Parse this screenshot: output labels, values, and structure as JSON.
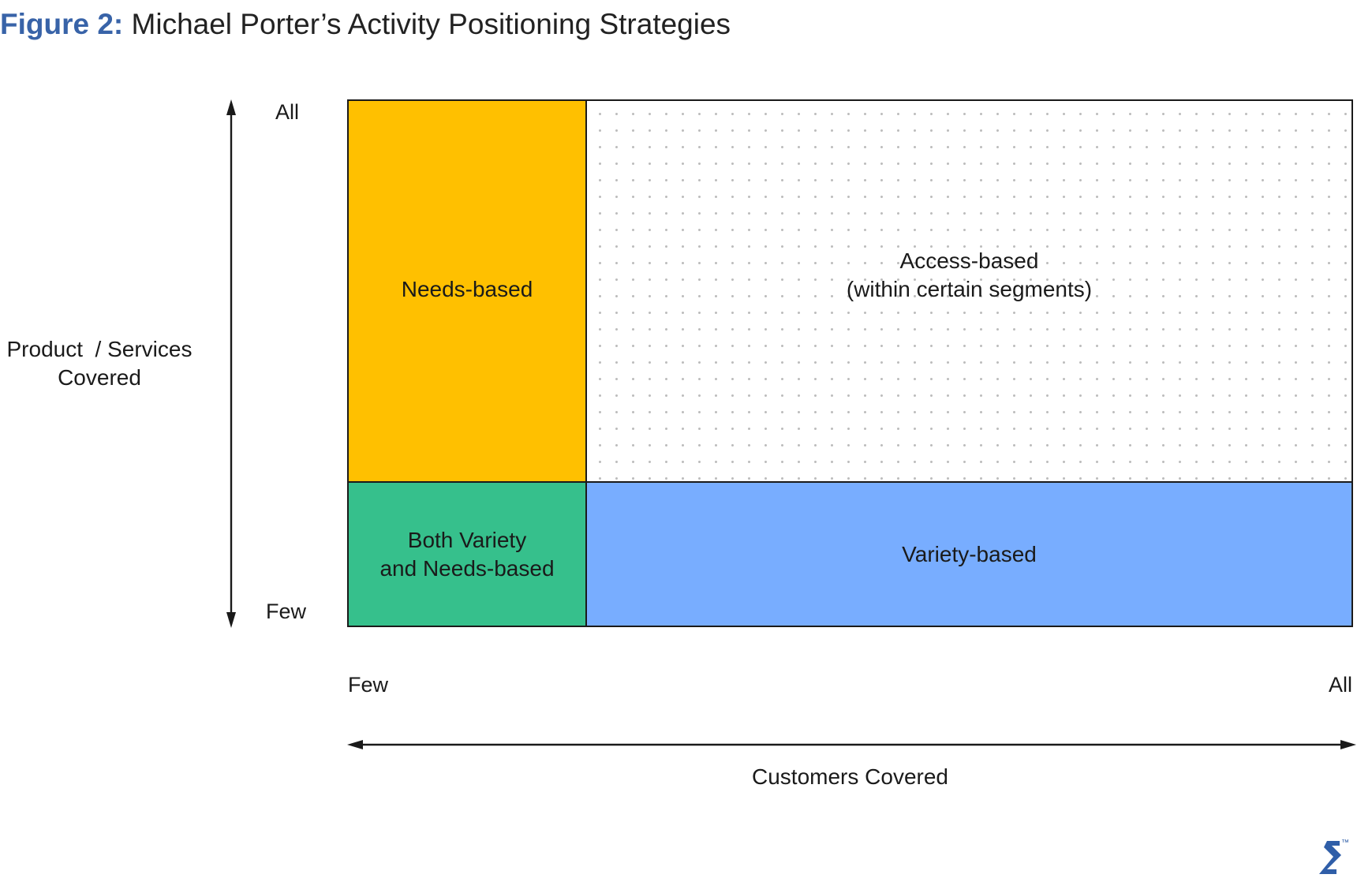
{
  "title": {
    "lead": "Figure 2:",
    "rest": "Michael Porter’s Activity Positioning Strategies"
  },
  "y_axis": {
    "label_line1": "Product  / Services",
    "label_line2": "Covered",
    "top": "All",
    "bottom": "Few"
  },
  "x_axis": {
    "label": "Customers Covered",
    "left": "Few",
    "right": "All"
  },
  "cells": {
    "needs": {
      "line1": "Needs-based",
      "color": "#ffc000"
    },
    "access": {
      "line1": "Access-based",
      "line2": "(within certain segments)",
      "color": "#ffffff",
      "pattern": "dotted"
    },
    "both": {
      "line1": "Both Variety",
      "line2": "and Needs-based",
      "color": "#36c08c"
    },
    "variety": {
      "line1": "Variety-based",
      "color": "#78adff"
    }
  },
  "colors": {
    "title_accent": "#3863a8",
    "axis": "#1a1a1a",
    "logo": "#2f5ea8"
  },
  "logo": {
    "icon": "toptal-logo-icon",
    "mark": "™"
  }
}
